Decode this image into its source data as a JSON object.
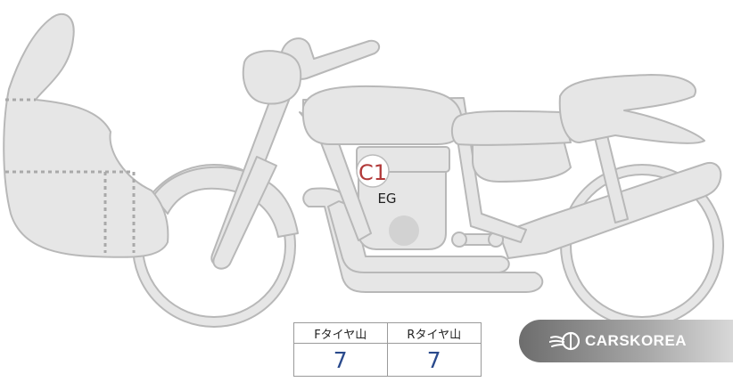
{
  "diagram": {
    "damage_marker": {
      "code": "C1",
      "part": "EG",
      "color": "#b23a3a"
    }
  },
  "tire_table": {
    "front": {
      "label": "Fタイヤ山",
      "value": "7"
    },
    "rear": {
      "label": "Rタイヤ山",
      "value": "7"
    },
    "value_color": "#2a4a8c"
  },
  "watermark": {
    "text": "CARSKOREA",
    "icon": "carskorea-logo-icon"
  },
  "colors": {
    "body_fill": "#e6e6e6",
    "outline": "#b8b8b8",
    "dots": "#a9a9a9"
  }
}
